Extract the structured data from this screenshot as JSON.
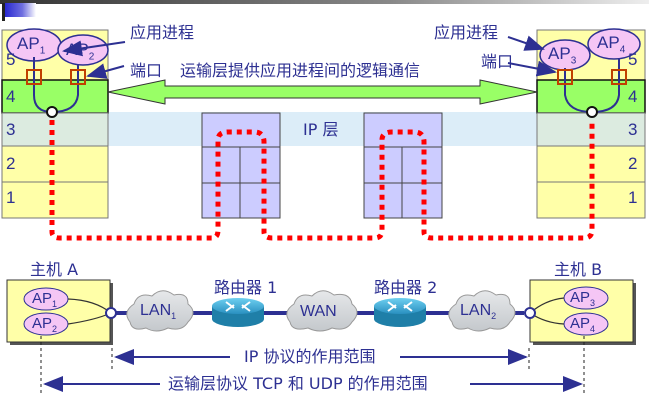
{
  "title_decoration": "slide-header-bar",
  "top": {
    "host_left": {
      "layers": [
        "5",
        "4",
        "3",
        "2",
        "1"
      ],
      "processes": [
        "AP",
        "AP"
      ],
      "process_subs": [
        "1",
        "2"
      ]
    },
    "host_right": {
      "layers": [
        "5",
        "4",
        "3",
        "2",
        "1"
      ],
      "processes": [
        "AP",
        "AP"
      ],
      "process_subs": [
        "3",
        "4"
      ]
    },
    "label_app_process_left": "应用进程",
    "label_port_left": "端口",
    "label_app_process_right": "应用进程",
    "label_port_right": "端口",
    "logical_comm_label": "运输层提供应用进程间的逻辑通信",
    "ip_layer_label": "IP 层"
  },
  "bottom": {
    "host_a_label": "主机 A",
    "host_b_label": "主机 B",
    "host_a_processes": [
      {
        "name": "AP",
        "sub": "1"
      },
      {
        "name": "AP",
        "sub": "2"
      }
    ],
    "host_b_processes": [
      {
        "name": "AP",
        "sub": "3"
      },
      {
        "name": "AP",
        "sub": "4"
      }
    ],
    "router1_label": "路由器 1",
    "router2_label": "路由器 2",
    "lan1": {
      "name": "LAN",
      "sub": "1"
    },
    "wan": "WAN",
    "lan2": {
      "name": "LAN",
      "sub": "2"
    },
    "ip_scope_label": "IP 协议的作用范围",
    "transport_scope_label": "运输层协议 TCP 和 UDP 的作用范围"
  },
  "colors": {
    "layer_yellow": "#ffffa8",
    "layer_green": "#99ff66",
    "ip_band": "#dcedf8",
    "router_box": "#ccccff",
    "ap_fill": "#f5c6f5",
    "path_red": "#ff0000",
    "text_blue": "#2d3092",
    "port_orange": "#c04000"
  }
}
